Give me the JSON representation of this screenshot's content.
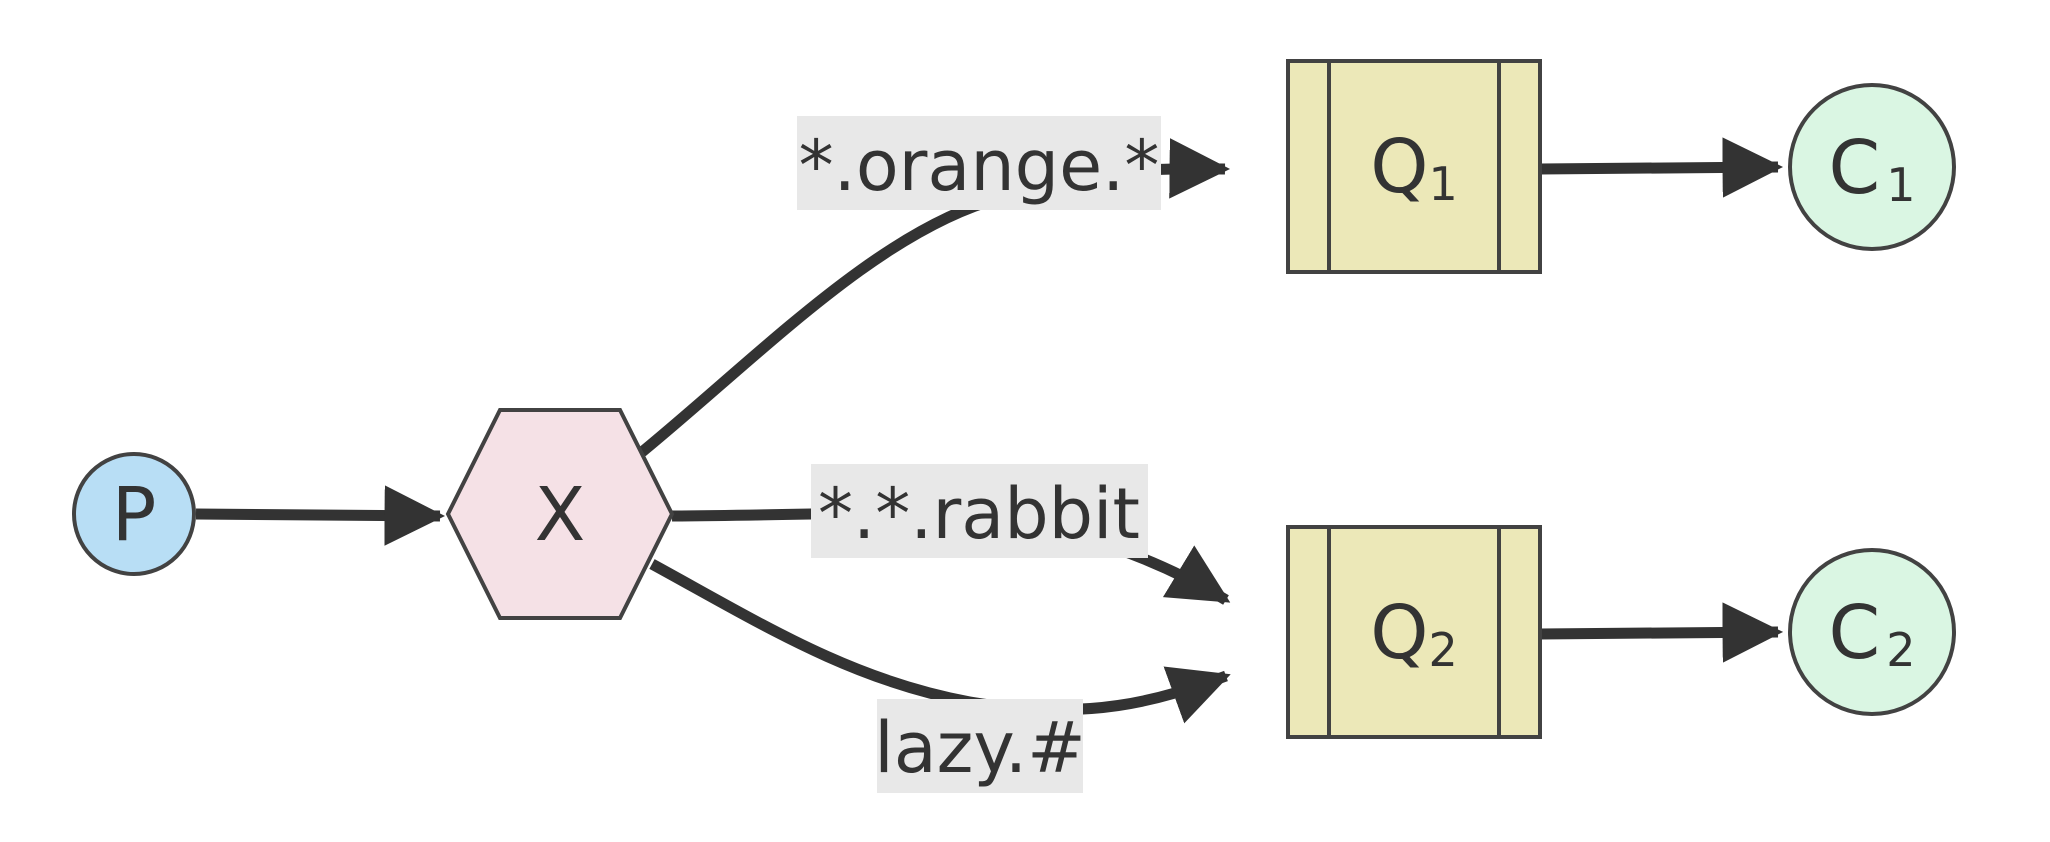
{
  "colors": {
    "producer_fill": "#b8def5",
    "exchange_fill": "#f5e1e6",
    "queue_fill": "#ece8b8",
    "consumer_fill": "#daf6e3",
    "stroke": "#424242",
    "edge": "#333333",
    "label_bg": "#e8e8e8"
  },
  "nodes": {
    "producer": {
      "label": "P"
    },
    "exchange": {
      "label": "X"
    },
    "queue1": {
      "label": "Q",
      "sub": "1"
    },
    "queue2": {
      "label": "Q",
      "sub": "2"
    },
    "consumer1": {
      "label": "C",
      "sub": "1"
    },
    "consumer2": {
      "label": "C",
      "sub": "2"
    }
  },
  "edges": {
    "orange": {
      "label": "*.orange.*"
    },
    "rabbit": {
      "label": "*.*.rabbit"
    },
    "lazy": {
      "label": "lazy.#"
    }
  }
}
